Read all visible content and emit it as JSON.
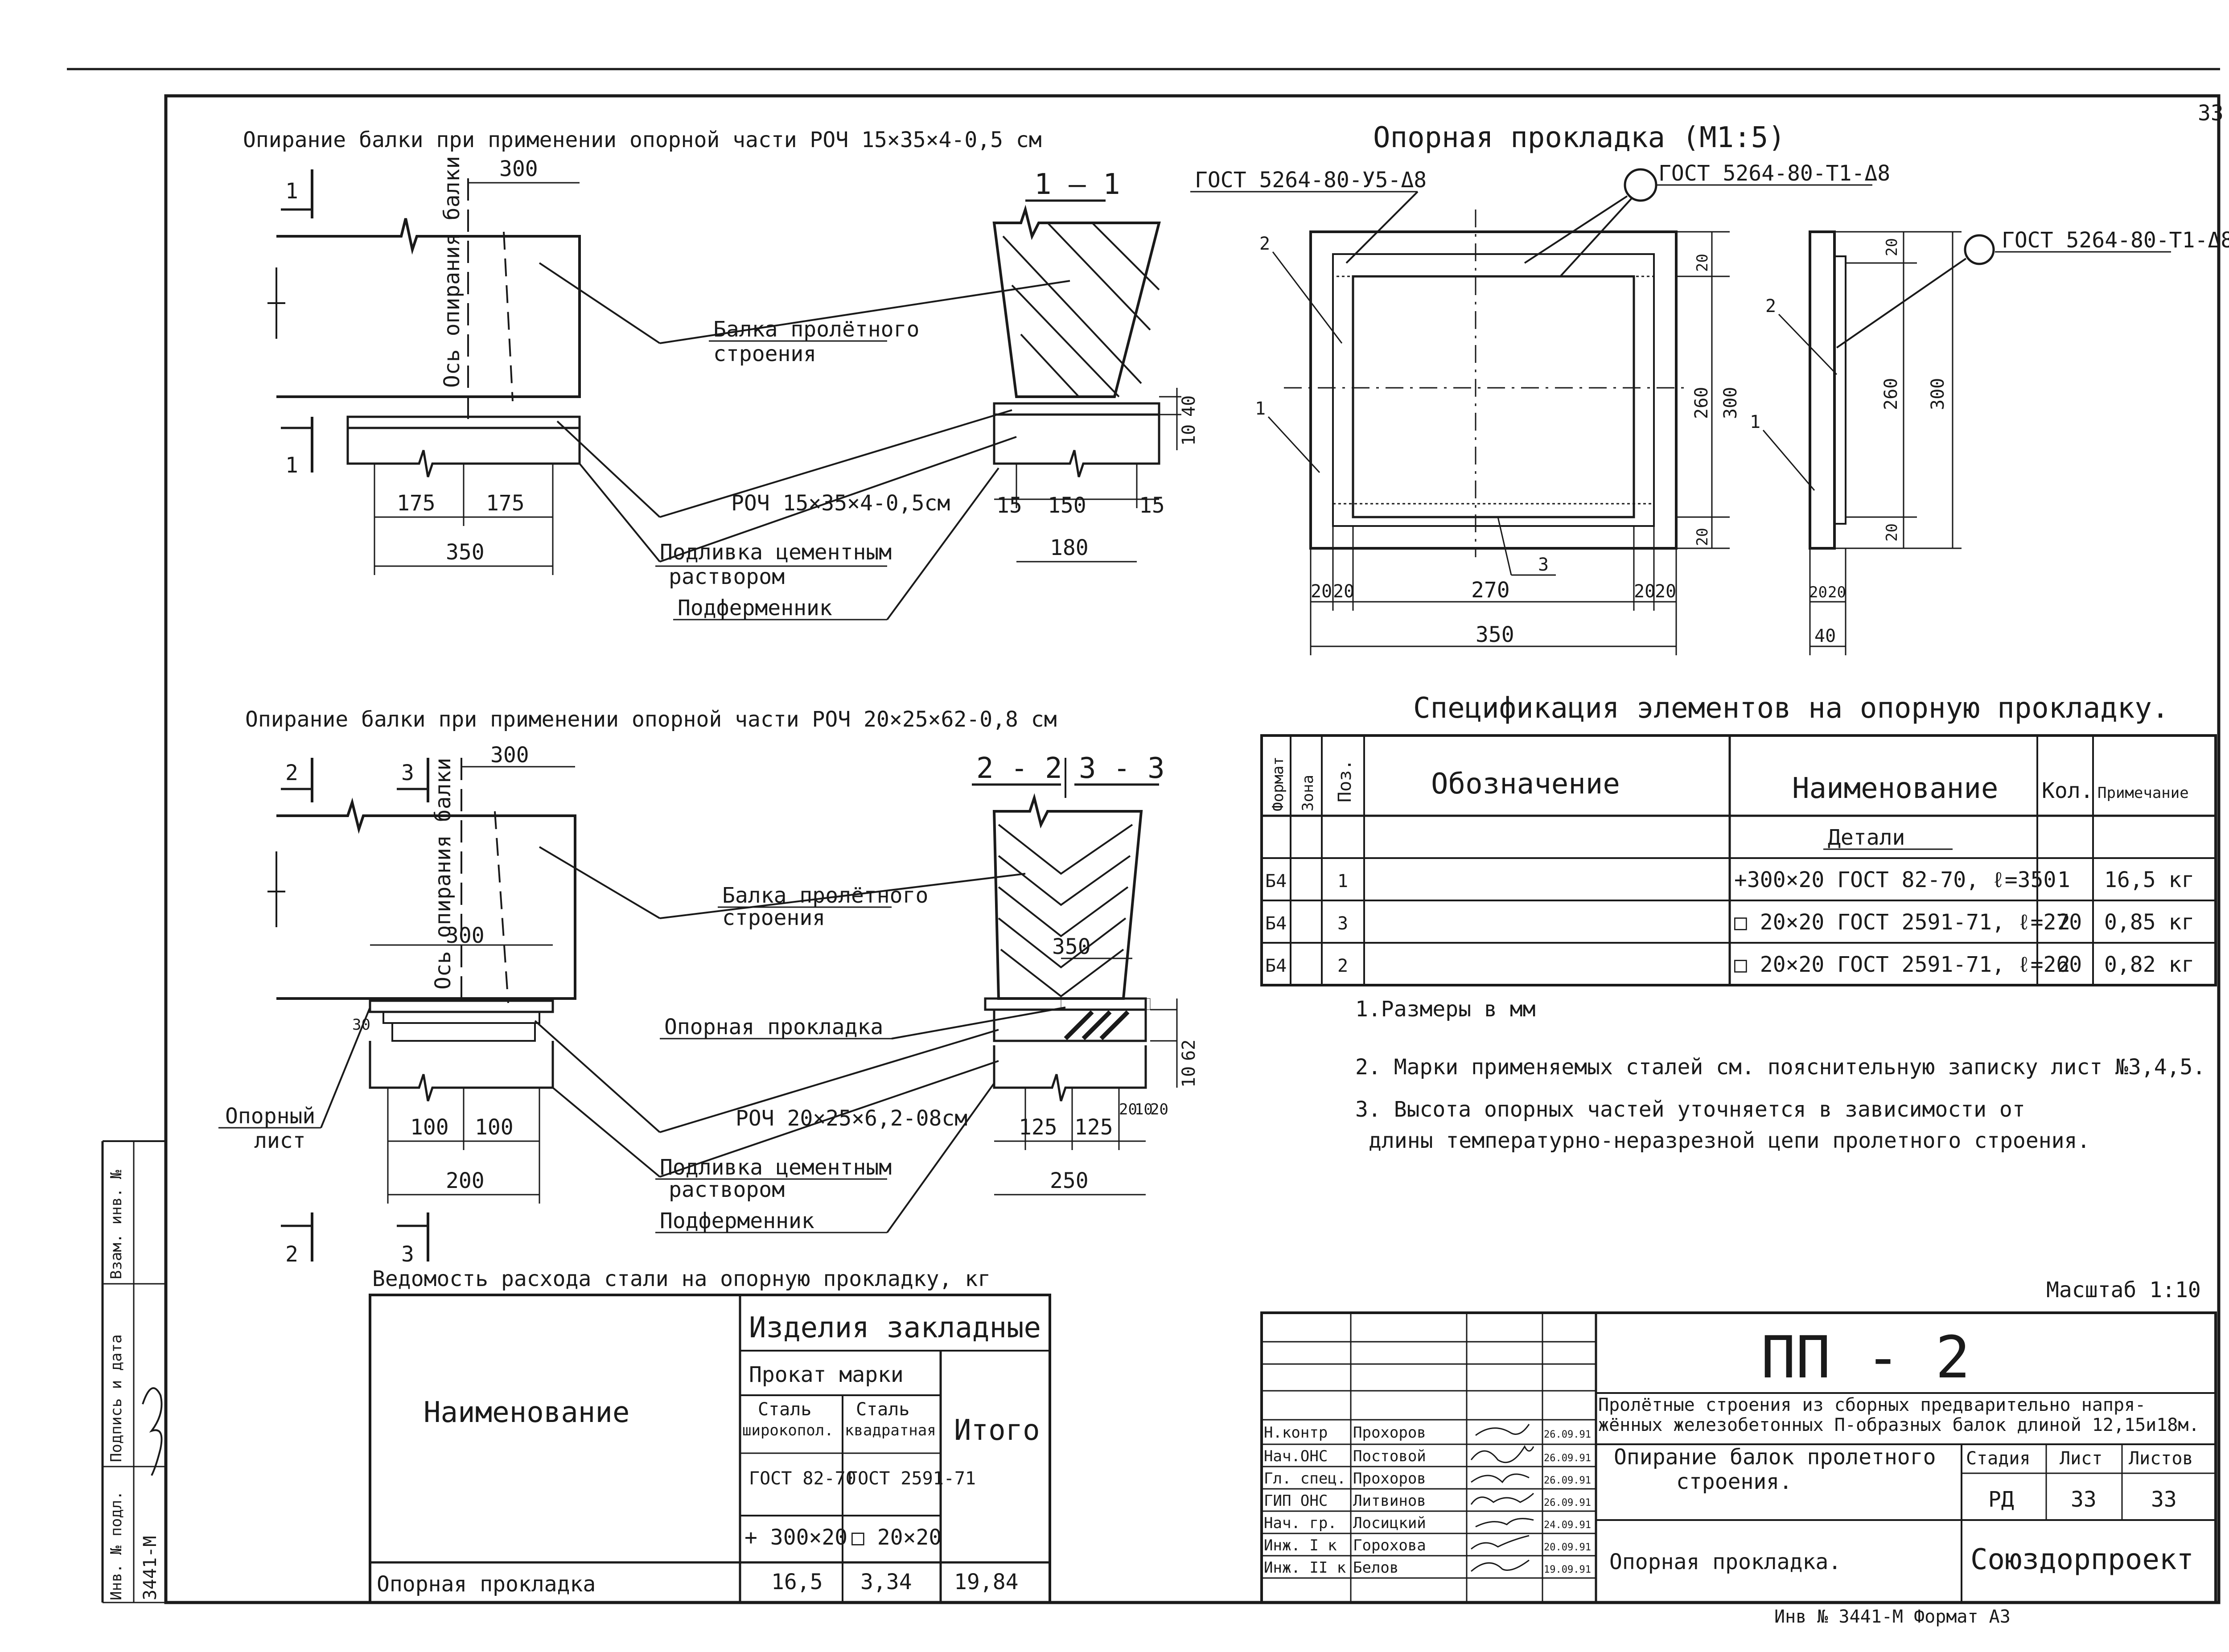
{
  "top_left": {
    "title": "Опирание балки при применении опорной части РОЧ 15×35×4-0,5 см",
    "dim_300": "300",
    "axis_label": "Ось опирания балки",
    "section_mark": "1",
    "section_label": "1 – 1",
    "beam_label_1": "Балка пролётного",
    "beam_label_2": "строения",
    "roch_label": "РОЧ 15×35×4-0,5см",
    "grout_1": "Подливка цементным",
    "grout_2": "раствором",
    "pedestal": "Подферменник",
    "dims": [
      "175",
      "175",
      "350",
      "15",
      "150",
      "15",
      "180",
      "10",
      "40"
    ]
  },
  "bottom_left": {
    "title": "Опирание балки при применении опорной части РОЧ 20×25×62-0,8 см",
    "dim_300a": "300",
    "dim_300b": "300",
    "axis_label": "Ось опирания балки",
    "section_mark_2": "2",
    "section_mark_3": "3",
    "section_label_22": "2 - 2",
    "section_label_33": "3 - 3",
    "beam_label_1": "Балка пролётного",
    "beam_label_2": "строения",
    "pad_label": "Опорная прокладка",
    "sheet_label_1": "Опорный",
    "sheet_label_2": "лист",
    "roch_label": "РОЧ 20×25×6,2-08см",
    "grout_1": "Подливка цементным",
    "grout_2": "раствором",
    "pedestal": "Подферменник",
    "dims": [
      "100",
      "100",
      "200",
      "125",
      "125",
      "250",
      "350",
      "30",
      "10",
      "62",
      "20",
      "10",
      "20"
    ]
  },
  "pad_drawing": {
    "title": "Опорная прокладка (М1:5)",
    "gost_1": "ГОСТ 5264-80-У5-Δ8",
    "gost_2": "ГОСТ 5264-80-Т1-Δ8",
    "gost_3": "ГОСТ 5264-80-Т1-Δ8",
    "dims_plan": [
      "20",
      "20",
      "270",
      "20",
      "20",
      "350",
      "260",
      "300",
      "20",
      "20"
    ],
    "dims_side": [
      "20",
      "20",
      "40",
      "260",
      "300",
      "20",
      "20"
    ],
    "positions": [
      "1",
      "2",
      "3",
      "1",
      "2"
    ]
  },
  "spec": {
    "title": "Спецификация элементов на опорную прокладку.",
    "headers": [
      "Формат",
      "Зона",
      "Поз.",
      "Обозначение",
      "Наименование",
      "Кол.",
      "Примечание"
    ],
    "section_row": "Детали",
    "rows": [
      {
        "format": "Б4",
        "zone": "",
        "pos": "1",
        "designation": "",
        "name": "+300×20 ГОСТ 82-70, ℓ=350",
        "qty": "1",
        "note": "16,5 кг"
      },
      {
        "format": "Б4",
        "zone": "",
        "pos": "3",
        "designation": "",
        "name": "□ 20×20 ГОСТ 2591-71, ℓ=270",
        "qty": "2",
        "note": "0,85 кг"
      },
      {
        "format": "Б4",
        "zone": "",
        "pos": "2",
        "designation": "",
        "name": "□ 20×20 ГОСТ 2591-71, ℓ=260",
        "qty": "2",
        "note": "0,82 кг"
      }
    ]
  },
  "notes": [
    "1.Размеры в мм",
    "2. Марки применяемых сталей см. пояснительную записку лист №3,4,5.",
    "3. Высота опорных частей уточняется в зависимости от",
    "длины температурно-неразрезной цепи пролетного строения."
  ],
  "scale": "Масштаб 1:10",
  "steel_table": {
    "title": "Ведомость расхода стали на опорную прокладку, кг",
    "header_name": "Наименование",
    "header_embedded": "Изделия закладные",
    "header_rolled": "Прокат марки",
    "header_total": "Итого",
    "col1_a": "Сталь",
    "col1_b": "широкопол.",
    "col1_gost": "ГОСТ 82-70",
    "col1_size": "+ 300×20",
    "col2_a": "Сталь",
    "col2_b": "квадратная",
    "col2_gost": "ГОСТ 2591-71",
    "col2_size": "□ 20×20",
    "row_name": "Опорная прокладка",
    "row_v1": "16,5",
    "row_v2": "3,34",
    "row_total": "19,84"
  },
  "title_block": {
    "code": "ПП - 2",
    "project_1": "Пролётные строения из сборных предварительно напря-",
    "project_2": "жённых железобетонных П-образных балок длиной 12,15и18м.",
    "sheet_title_1": "Опирание балок пролетного",
    "sheet_title_2": "строения.",
    "drawing_name": "Опорная прокладка.",
    "stage_h": "Стадия",
    "sheet_h": "Лист",
    "sheets_h": "Листов",
    "stage": "РД",
    "sheet": "33",
    "sheets": "33",
    "org": "Союздорпроект",
    "staff": [
      {
        "role": "Н.контр",
        "name": "Прохоров",
        "date": "26.09.91"
      },
      {
        "role": "Нач.ОНС",
        "name": "Постовой",
        "date": "26.09.91"
      },
      {
        "role": "Гл. спец.",
        "name": "Прохоров",
        "date": "26.09.91"
      },
      {
        "role": "ГИП ОНС",
        "name": "Литвинов",
        "date": "26.09.91"
      },
      {
        "role": "Нач. гр.",
        "name": "Лосицкий",
        "date": "24.09.91"
      },
      {
        "role": "Инж. I к",
        "name": "Горохова",
        "date": "20.09.91"
      },
      {
        "role": "Инж. II к",
        "name": "Белов",
        "date": "19.09.91"
      }
    ]
  },
  "side_stamp": {
    "inv_label": "Инв. № подл.",
    "inv_value": "3441-М",
    "sign_label": "Подпись и дата",
    "swap_label": "Взам. инв. №"
  },
  "footer_text": "Инв № 3441-М   Формат А3",
  "corner_number": "33"
}
